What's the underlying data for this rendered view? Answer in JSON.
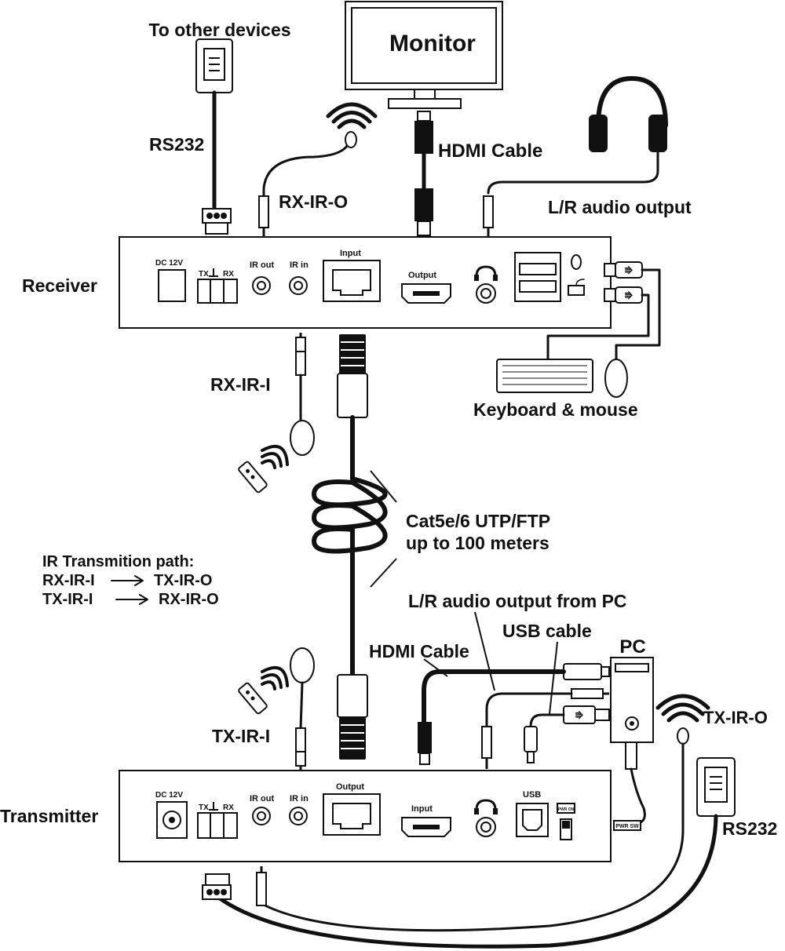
{
  "labels": {
    "to_other_devices": "To other devices",
    "monitor": "Monitor",
    "rs232_top": "RS232",
    "rx_ir_o": "RX-IR-O",
    "hdmi_cable_top": "HDMI Cable",
    "lr_audio_output": "L/R audio output",
    "receiver": "Receiver",
    "rx_ir_i": "RX-IR-I",
    "keyboard_mouse": "Keyboard & mouse",
    "cat_line1": "Cat5e/6 UTP/FTP",
    "cat_line2": "up to 100 meters",
    "ir_path_title": "IR Transmition path:",
    "ir_path_1_from": "RX-IR-I",
    "ir_path_1_to": "TX-IR-O",
    "ir_path_2_from": "TX-IR-I",
    "ir_path_2_to": "RX-IR-O",
    "lr_audio_from_pc": "L/R audio output from PC",
    "usb_cable": "USB cable",
    "hdmi_cable_bottom": "HDMI Cable",
    "pc": "PC",
    "tx_ir_o": "TX-IR-O",
    "tx_ir_i": "TX-IR-I",
    "transmitter": "Transmitter",
    "rs232_bottom": "RS232",
    "pwr_sw": "PWR SW"
  },
  "receiver_panel": {
    "dc": "DC 12V",
    "tx": "TX",
    "rx": "RX",
    "ir_out": "IR out",
    "ir_in": "IR in",
    "input": "Input",
    "output": "Output"
  },
  "transmitter_panel": {
    "dc": "DC 12V",
    "tx": "TX",
    "rx": "RX",
    "ir_out": "IR out",
    "ir_in": "IR in",
    "output": "Output",
    "input": "Input",
    "usb": "USB",
    "pwr_on": "PWR ON"
  },
  "icons": {
    "arrow": "long-right-arrow",
    "headphones": "headphones-icon",
    "usb": "usb-icon",
    "ir_wave": "wireless-wave-icon",
    "remote": "remote-control-icon"
  }
}
